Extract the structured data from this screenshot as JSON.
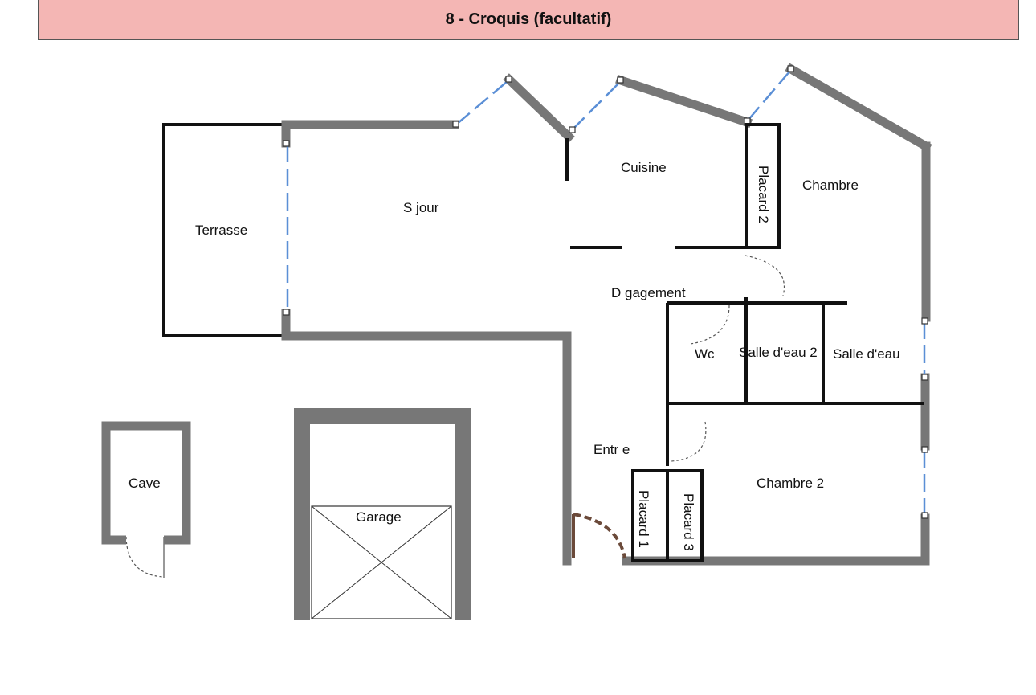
{
  "header": {
    "title": "8 - Croquis (facultatif)"
  },
  "colors": {
    "header_bg": "#f4b6b4",
    "wall": "#777777",
    "partition": "#111111",
    "window": "#5b8fd6"
  },
  "rooms": {
    "terrasse": "Terrasse",
    "sejour": "S jour",
    "cuisine": "Cuisine",
    "placard2": "Placard 2",
    "chambre": "Chambre",
    "degagement": "D gagement",
    "wc": "Wc",
    "salle_eau_2": "Salle d'eau 2",
    "salle_eau": "Salle d'eau",
    "entree": "Entr e",
    "chambre2": "Chambre 2",
    "placard1": "Placard 1",
    "placard3": "Placard 3",
    "cave": "Cave",
    "garage": "Garage"
  }
}
